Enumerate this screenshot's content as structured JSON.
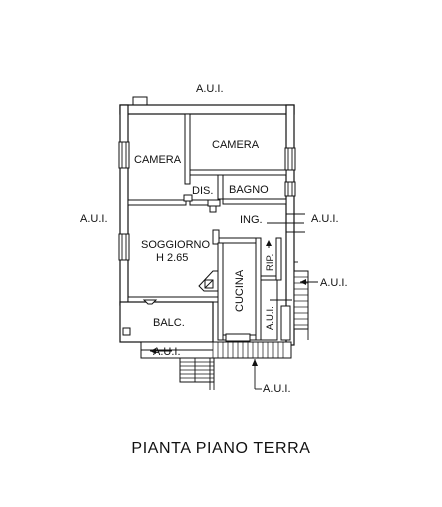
{
  "rooms": {
    "camera_left": "CAMERA",
    "camera_right": "CAMERA",
    "dis": "DIS.",
    "bagno": "BAGNO",
    "ing": "ING.",
    "soggiorno": "SOGGIORNO",
    "soggiorno_height": "H 2.65",
    "cucina": "CUCINA",
    "rip": "RIP.",
    "aui_vertical": "A.U.I.",
    "balc": "BALC."
  },
  "neighbors": {
    "top": "A.U.I.",
    "left": "A.U.I.",
    "right_mid": "A.U.I.",
    "right_stair": "A.U.I.",
    "bottom_left": "A.U.I.",
    "bottom_right": "A.U.I."
  },
  "caption": "PIANTA PIANO TERRA"
}
